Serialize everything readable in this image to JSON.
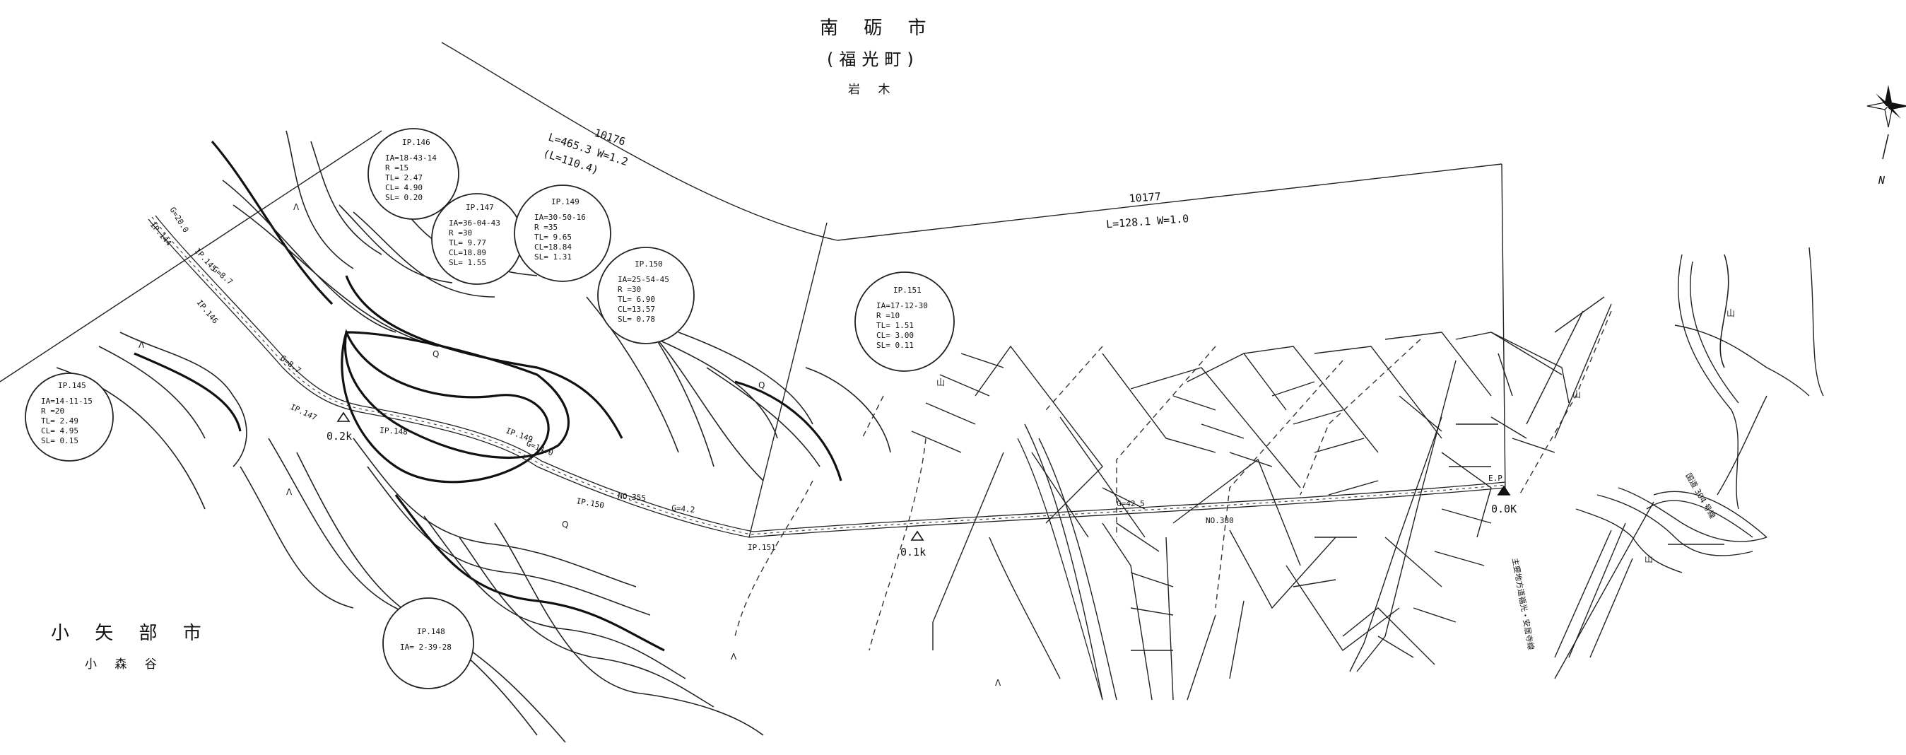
{
  "places": {
    "city_north": "南 砺 市",
    "district_north": "(福光町)",
    "area_north": "岩 木",
    "city_south": "小 矢 部 市",
    "area_south": "小 森 谷"
  },
  "lines": {
    "line_10176_no": "10176",
    "line_10176_l": "L=465.3 W=1.2",
    "line_10176_sub": "(L=110.4)",
    "line_10177_no": "10177",
    "line_10177_l": "L=128.1 W=1.0"
  },
  "ip_tables": [
    {
      "title": "IP.145",
      "rows": [
        "IA=14-11-15",
        "R =20",
        "TL= 2.49",
        "CL= 4.95",
        "SL= 0.15"
      ]
    },
    {
      "title": "IP.146",
      "rows": [
        "IA=18-43-14",
        "R =15",
        "TL= 2.47",
        "CL= 4.90",
        "SL= 0.20"
      ]
    },
    {
      "title": "IP.147",
      "rows": [
        "IA=36-04-43",
        "R =30",
        "TL= 9.77",
        "CL=18.89",
        "SL= 1.55"
      ]
    },
    {
      "title": "IP.148",
      "rows": [
        "IA= 2-39-28"
      ]
    },
    {
      "title": "IP.149",
      "rows": [
        "IA=30-50-16",
        "R =35",
        "TL= 9.65",
        "CL=18.84",
        "SL= 1.31"
      ]
    },
    {
      "title": "IP.150",
      "rows": [
        "IA=25-54-45",
        "R =30",
        "TL= 6.90",
        "CL=13.57",
        "SL= 0.78"
      ]
    },
    {
      "title": "IP.151",
      "rows": [
        "IA=17-12-30",
        "R =10",
        "TL= 1.51",
        "CL= 3.00",
        "SL= 0.11"
      ]
    }
  ],
  "route_labels": {
    "ip144": "IP.144",
    "ip145": "IP.145",
    "ip146": "IP.146",
    "ip147": "IP.147",
    "ip148": "IP.148",
    "ip149": "IP.149",
    "ip150": "IP.150",
    "ip151": "IP.151",
    "g20": "G=20.0",
    "g87": "G=8.7",
    "g140": "G=14.0",
    "g42": "G=4.2",
    "g425": "G=42.5",
    "no355": "NO.355",
    "no380": "NO.380",
    "km02": "0.2k",
    "km01": "0.1k",
    "km00": "0.0K",
    "ep": "E.P"
  },
  "side_labels": {
    "right_road": "主要地方道福光・安居寺線",
    "national": "国道 304 号線"
  },
  "symbols": {
    "forest": "山",
    "field": "Q",
    "grass": "ᐱ"
  },
  "north_mark": "N"
}
